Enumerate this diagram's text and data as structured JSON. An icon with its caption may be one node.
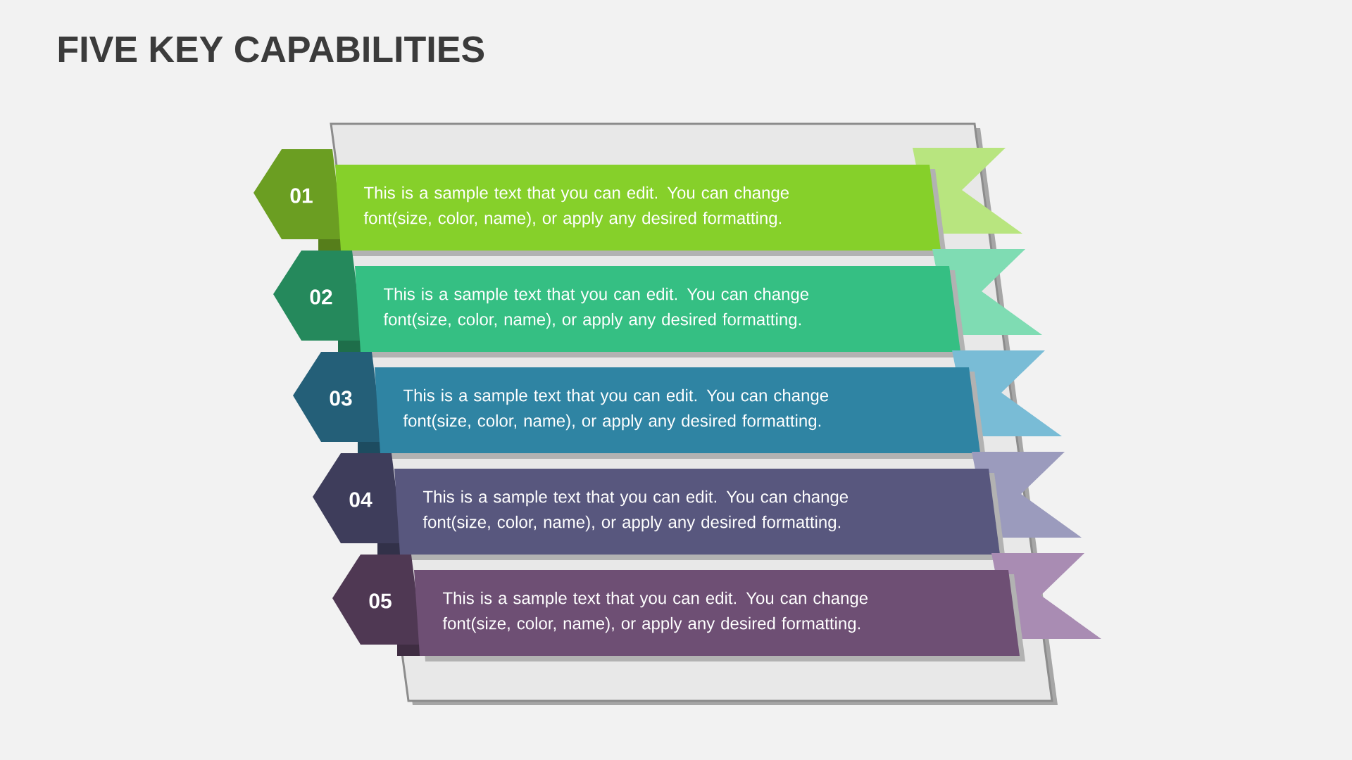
{
  "diagram": {
    "title": "FIVE KEY CAPABILITIES",
    "nodes": [
      {
        "text": [
          "01"
        ]
      },
      {
        "text": [
          "This is a sample text that you can edit. You can change font(size, color, name), or apply any desired formatting."
        ]
      },
      {
        "text": [
          "02"
        ]
      },
      {
        "text": [
          "This is a sample text that you can edit. You can change font(size, color, name), or apply any desired formatting."
        ]
      },
      {
        "text": [
          "03"
        ]
      },
      {
        "text": [
          "This is a sample text that you can edit. You can change font(size, color, name), or apply any desired formatting."
        ]
      },
      {
        "text": [
          "04"
        ]
      },
      {
        "text": [
          "This is a sample text that you can edit. You can change font(size, color, name), or apply any desired formatting."
        ]
      },
      {
        "text": [
          "05"
        ]
      },
      {
        "text": [
          "This is a sample text that you can edit. You can change font(size, color, name), or apply any desired formatting."
        ]
      }
    ]
  }
}
